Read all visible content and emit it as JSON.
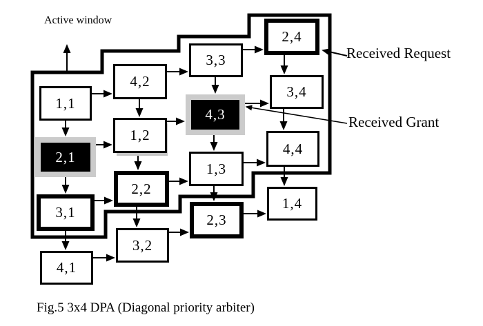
{
  "figure": {
    "active_window_label": "Active window",
    "received_request_label": "Received Request",
    "received_grant_label": "Received Grant",
    "caption": "Fig.5 3x4 DPA (Diagonal priority arbiter)"
  },
  "legend": {
    "thick_border_meaning": "Received Request",
    "black_fill_meaning": "Received Grant",
    "request_callout_target": "2,4",
    "grant_callout_target": "4,3"
  },
  "colors": {
    "line": "#000000",
    "box_fill": "#ffffff",
    "granted_fill": "#000000",
    "granted_text": "#ffffff",
    "halo": "#cbcbcb"
  },
  "nodes": [
    {
      "label": "2,4",
      "state": "requested"
    },
    {
      "label": "3,3",
      "state": "normal"
    },
    {
      "label": "4,2",
      "state": "normal"
    },
    {
      "label": "1,1",
      "state": "normal"
    },
    {
      "label": "3,4",
      "state": "normal"
    },
    {
      "label": "4,3",
      "state": "granted"
    },
    {
      "label": "1,2",
      "state": "normal"
    },
    {
      "label": "2,1",
      "state": "granted"
    },
    {
      "label": "4,4",
      "state": "normal"
    },
    {
      "label": "1,3",
      "state": "normal"
    },
    {
      "label": "2,2",
      "state": "requested"
    },
    {
      "label": "3,1",
      "state": "requested"
    },
    {
      "label": "1,4",
      "state": "normal"
    },
    {
      "label": "2,3",
      "state": "requested"
    },
    {
      "label": "3,2",
      "state": "normal"
    },
    {
      "label": "4,1",
      "state": "normal"
    }
  ],
  "edges": [
    {
      "from": "1,1",
      "to": "4,2"
    },
    {
      "from": "1,1",
      "to": "2,1"
    },
    {
      "from": "4,2",
      "to": "3,3"
    },
    {
      "from": "4,2",
      "to": "1,2"
    },
    {
      "from": "3,3",
      "to": "2,4"
    },
    {
      "from": "3,3",
      "to": "4,3"
    },
    {
      "from": "2,4",
      "to": "3,4"
    },
    {
      "from": "2,1",
      "to": "1,2"
    },
    {
      "from": "2,1",
      "to": "3,1"
    },
    {
      "from": "1,2",
      "to": "4,3"
    },
    {
      "from": "1,2",
      "to": "2,2"
    },
    {
      "from": "4,3",
      "to": "3,4"
    },
    {
      "from": "4,3",
      "to": "1,3"
    },
    {
      "from": "3,4",
      "to": "4,4"
    },
    {
      "from": "3,1",
      "to": "2,2"
    },
    {
      "from": "3,1",
      "to": "4,1"
    },
    {
      "from": "2,2",
      "to": "1,3"
    },
    {
      "from": "2,2",
      "to": "3,2"
    },
    {
      "from": "1,3",
      "to": "4,4"
    },
    {
      "from": "1,3",
      "to": "2,3"
    },
    {
      "from": "4,4",
      "to": "1,4"
    },
    {
      "from": "2,3",
      "to": "1,4"
    },
    {
      "from": "3,2",
      "to": "2,3"
    },
    {
      "from": "4,1",
      "to": "3,2"
    }
  ]
}
